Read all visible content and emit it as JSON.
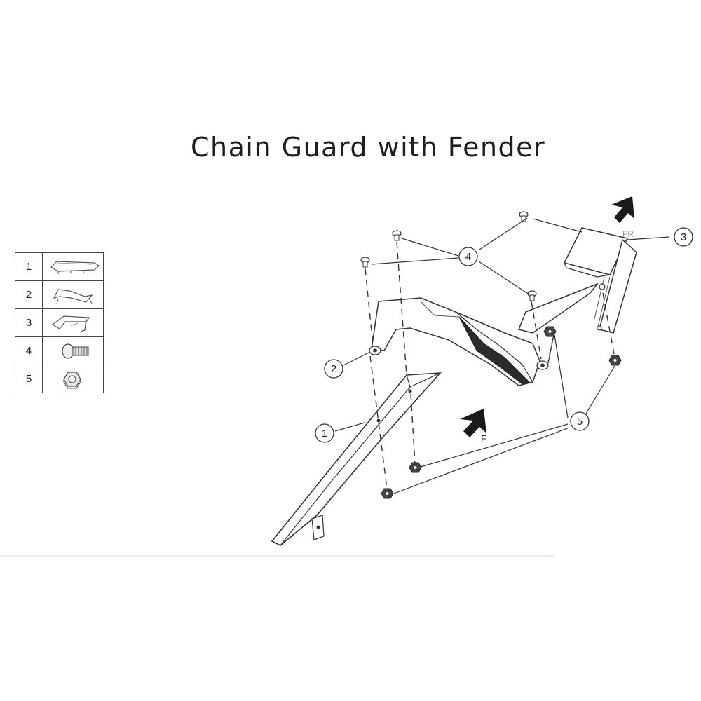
{
  "title": "Chain Guard with Fender",
  "legend": [
    {
      "number": "1",
      "icon": "chain-guard-part-icon"
    },
    {
      "number": "2",
      "icon": "fender-part-icon"
    },
    {
      "number": "3",
      "icon": "bracket-part-icon"
    },
    {
      "number": "4",
      "icon": "bolt-part-icon"
    },
    {
      "number": "5",
      "icon": "nut-part-icon"
    }
  ],
  "callouts": {
    "c1": "1",
    "c2": "2",
    "c3": "3",
    "c4": "4",
    "c5": "5"
  },
  "direction_labels": {
    "front": "F",
    "front_right": "FR"
  }
}
